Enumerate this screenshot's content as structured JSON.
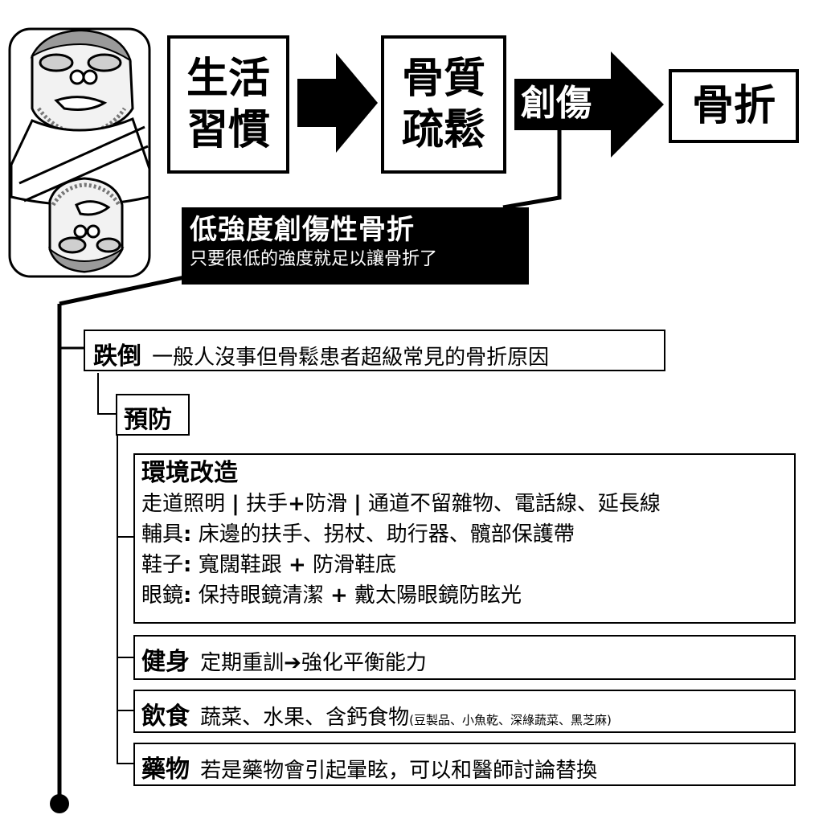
{
  "flow": {
    "box1": [
      "生活",
      "習慣"
    ],
    "box2": [
      "骨質",
      "疏鬆"
    ],
    "trauma": "創傷",
    "box3": "骨折"
  },
  "banner": {
    "title": "低強度創傷性骨折",
    "subtitle": "只要很低的強度就足以讓骨折了"
  },
  "fall": {
    "head": "跌倒",
    "text": "一般人沒事但骨鬆患者超級常見的骨折原因"
  },
  "prevention": {
    "head": "預防"
  },
  "environment": {
    "head": "環境改造",
    "line1": {
      "a": "走道照明",
      "sep1": "|",
      "b": "扶手",
      "plus": "+",
      "c": "防滑",
      "sep2": "|",
      "d": "通道不留雜物、電話線、延長線"
    },
    "line2": {
      "label": "輔具",
      "colon": ":",
      "text": "床邊的扶手、拐杖、助行器、髖部保護帶"
    },
    "line3": {
      "label": "鞋子",
      "colon": ":",
      "a": "寬闊鞋跟",
      "plus": "+",
      "b": "防滑鞋底"
    },
    "line4": {
      "label": "眼鏡",
      "colon": ":",
      "a": "保持眼鏡清潔",
      "plus": "+",
      "b": "戴太陽眼鏡防眩光"
    }
  },
  "fitness": {
    "head": "健身",
    "a": "定期重訓",
    "arrow": "➔",
    "b": "強化平衡能力"
  },
  "diet": {
    "head": "飲食",
    "text": "蔬菜、水果、含鈣食物",
    "small": "(豆製品、小魚乾、深綠蔬菜、黑芝麻)"
  },
  "medicine": {
    "head": "藥物",
    "text": "若是藥物會引起暈眩，可以和醫師討論替換"
  },
  "colors": {
    "ink": "#000000",
    "paper": "#ffffff",
    "skin": "#f2f2f2",
    "shade": "#cfcfcf",
    "hair": "#9a9a9a"
  }
}
